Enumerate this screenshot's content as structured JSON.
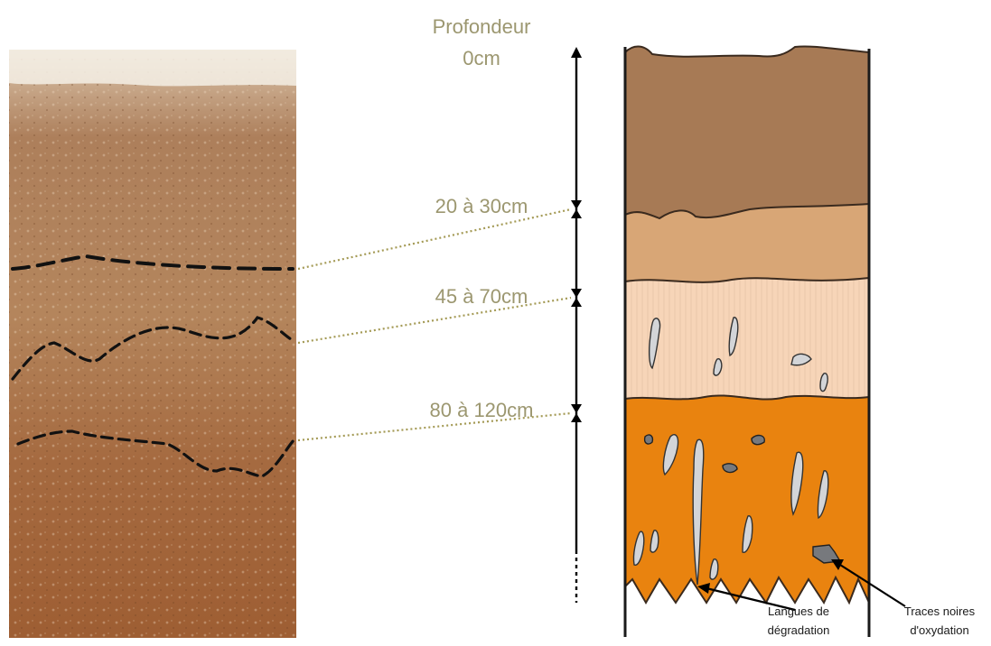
{
  "depth_header": {
    "line1": "Profondeur",
    "line2": "0cm"
  },
  "depth_markers": [
    {
      "label": "20 à 30cm"
    },
    {
      "label": "45 à 70cm"
    },
    {
      "label": "80 à 120cm"
    }
  ],
  "annotations": {
    "tongues": {
      "line1": "Langues de",
      "line2": "dégradation"
    },
    "traces": {
      "line1": "Traces noires",
      "line2": "d'oxydation"
    }
  },
  "colors": {
    "layer1": "#a77a55",
    "layer2": "#d8a676",
    "layer3": "#f7d5b8",
    "layer4": "#e9830f",
    "depth_text": "#9c9770",
    "connector": "#a49a55"
  }
}
